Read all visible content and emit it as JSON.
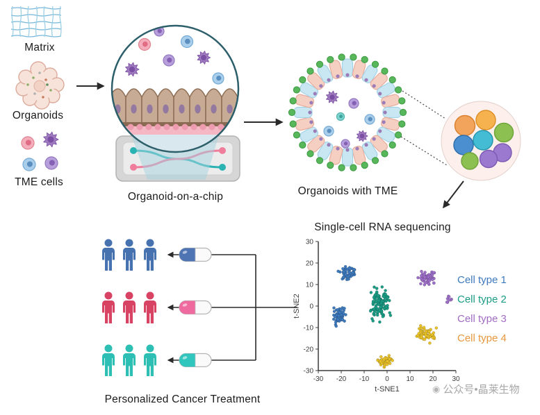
{
  "figure": {
    "inputs": {
      "matrix_label": "Matrix",
      "organoids_label": "Organoids",
      "tme_cells_label": "TME cells"
    },
    "chip_label": "Organoid-on-a-chip",
    "organoid_tme_label": "Organoids with TME",
    "scrna_title": "Single-cell RNA sequencing",
    "treatment_label": "Personalized Cancer Treatment"
  },
  "watermark": "公众号•晶莱生物",
  "treatment": {
    "groups": [
      {
        "people_color": "#4673b0",
        "capsule_color": "#4f74b3"
      },
      {
        "people_color": "#d84263",
        "capsule_color": "#ef6a9e"
      },
      {
        "people_color": "#2dbfb4",
        "capsule_color": "#30c5bd"
      }
    ]
  },
  "chart_data": {
    "type": "scatter",
    "title": "Single-cell RNA sequencing",
    "xlabel": "t-SNE1",
    "ylabel": "t-SNE2",
    "xlim": [
      -30,
      30
    ],
    "ylim": [
      -30,
      30
    ],
    "xticks": [
      -30,
      -20,
      -10,
      0,
      10,
      20,
      30
    ],
    "yticks": [
      -30,
      -20,
      -10,
      0,
      10,
      20,
      30
    ],
    "grid": false,
    "legend_position": "right",
    "legend": [
      {
        "label": "Cell type 1",
        "color": "#3d79bd"
      },
      {
        "label": "Cell type 2",
        "color": "#1a9c85"
      },
      {
        "label": "Cell type 3",
        "color": "#a06cc4"
      },
      {
        "label": "Cell type 4",
        "color": "#e8973d"
      }
    ],
    "clusters": [
      {
        "series": "Cell type 1",
        "color": "#3d79bd",
        "cx": -17.5,
        "cy": 15,
        "rx": 4.8,
        "ry": 4.2,
        "n": 55
      },
      {
        "series": "Cell type 1",
        "color": "#3d79bd",
        "cx": -21,
        "cy": -5,
        "rx": 4.2,
        "ry": 6.5,
        "n": 50
      },
      {
        "series": "Cell type 2",
        "color": "#1a9c85",
        "cx": -3,
        "cy": 1,
        "rx": 6,
        "ry": 10,
        "n": 115
      },
      {
        "series": "Cell type 3",
        "color": "#9d6fc8",
        "cx": 17.5,
        "cy": 13.5,
        "rx": 6,
        "ry": 4.8,
        "n": 60
      },
      {
        "series": "Cell type 3",
        "color": "#9d6fc8",
        "cx": 27,
        "cy": 3,
        "rx": 2,
        "ry": 3,
        "n": 8
      },
      {
        "series": "Cell type 4",
        "color": "#e9c229",
        "cx": -1,
        "cy": -25.5,
        "rx": 5.5,
        "ry": 3.2,
        "n": 50
      },
      {
        "series": "Cell type 4",
        "color": "#e9c229",
        "cx": 17,
        "cy": -13,
        "rx": 6,
        "ry": 4.5,
        "n": 55
      }
    ]
  }
}
